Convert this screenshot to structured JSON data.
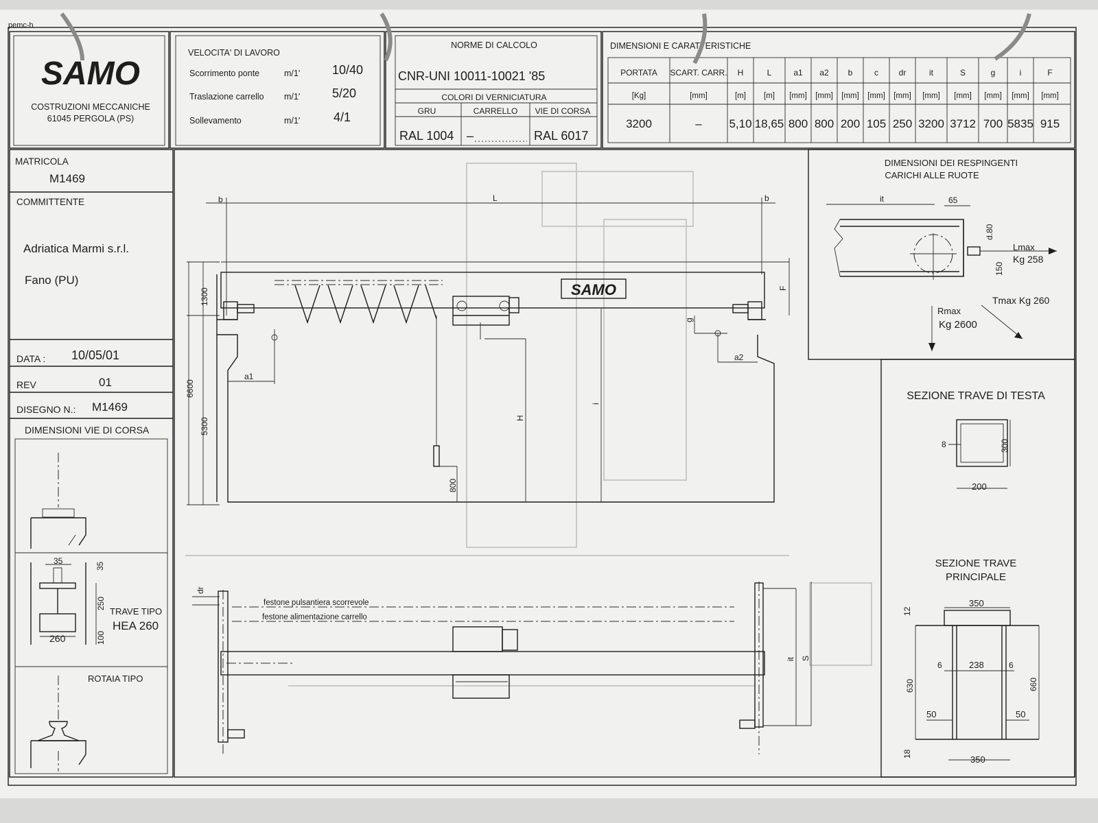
{
  "corner_code": "pemc-h",
  "company": {
    "logo": "SAMO",
    "line1": "COSTRUZIONI MECCANICHE",
    "line2": "61045  PERGOLA    (PS)"
  },
  "speeds": {
    "title": "VELOCITA' DI LAVORO",
    "rows": [
      {
        "label": "Scorrimento ponte",
        "unit": "m/1'",
        "value": "10/40"
      },
      {
        "label": "Traslazione carrello",
        "unit": "m/1'",
        "value": "5/20"
      },
      {
        "label": "Sollevamento",
        "unit": "m/1'",
        "value": "4/1"
      }
    ]
  },
  "norms": {
    "title": "NORME DI CALCOLO",
    "value": "CNR-UNI  10011-10021    '85",
    "colors_title": "COLORI DI VERNICIATURA",
    "col_gru": "GRU",
    "col_carrello": "CARRELLO",
    "col_vie": "VIE DI CORSA",
    "val_gru": "RAL  1004",
    "val_carrello": "–",
    "val_vie": "RAL  6017"
  },
  "dimensions_table": {
    "title": "DIMENSIONI E CARATTERISTICHE",
    "headers": [
      "PORTATA",
      "SCART. CARR.",
      "H",
      "L",
      "a1",
      "a2",
      "b",
      "c",
      "dr",
      "it",
      "S",
      "g",
      "i",
      "F"
    ],
    "units": [
      "[Kg]",
      "[mm]",
      "[m]",
      "[m]",
      "[mm]",
      "[mm]",
      "[mm]",
      "[mm]",
      "[mm]",
      "[mm]",
      "[mm]",
      "[mm]",
      "[mm]",
      "[mm]"
    ],
    "values": [
      "3200",
      "–",
      "5,10",
      "18,65",
      "800",
      "800",
      "200",
      "105",
      "250",
      "3200",
      "3712",
      "700",
      "5835",
      "915"
    ]
  },
  "left_panel": {
    "matricola_label": "MATRICOLA",
    "matricola_value": "M1469",
    "committente_label": "COMMITTENTE",
    "client_name": "Adriatica  Marmi  s.r.l.",
    "client_city": "Fano  (PU)",
    "data_label": "DATA :",
    "data_value": "10/05/01",
    "rev_label": "REV",
    "rev_value": "01",
    "disegno_label": "DISEGNO N.:",
    "disegno_value": "M1469",
    "vie_corsa_title": "DIMENSIONI VIE DI CORSA",
    "trave_label": "TRAVE TIPO",
    "trave_value": "HEA  260",
    "rotaia_label": "ROTAIA TIPO",
    "dim_35a": "35",
    "dim_35b": "35",
    "dim_250": "250",
    "dim_100": "100",
    "dim_260": "260"
  },
  "elevation": {
    "label_b_left": "b",
    "label_L": "L",
    "label_b_right": "b",
    "label_F": "F",
    "label_g": "g",
    "label_a1": "a1",
    "label_a2": "a2",
    "label_H": "H",
    "label_i": "i",
    "dim_1300": "1300",
    "dim_6600": "6600",
    "dim_5300": "5300",
    "dim_800": "800",
    "logo": "SAMO"
  },
  "plan": {
    "label_dr": "dr",
    "festone1": "festone pulsantiera scorrevole",
    "festone2": "festone alimentazione carrello",
    "label_it": "it",
    "label_S": "S"
  },
  "buffers": {
    "title1": "DIMENSIONI DEI RESPINGENTI",
    "title2": "CARICHI ALLE RUOTE",
    "label_it": "it",
    "dim_65": "65",
    "dim_d80": "d.80",
    "dim_150": "150",
    "lmax_label": "Lmax",
    "lmax_value": "Kg 258",
    "tmax_label": "Tmax  Kg 260",
    "rmax_label": "Rmax",
    "rmax_value": "Kg 2600"
  },
  "section_head": {
    "title": "SEZIONE  TRAVE  DI  TESTA",
    "dim_8": "8",
    "dim_300": "300",
    "dim_200": "200"
  },
  "section_main": {
    "title1": "SEZIONE  TRAVE",
    "title2": "PRINCIPALE",
    "dim_350_top": "350",
    "dim_12": "12",
    "dim_6a": "6",
    "dim_238": "238",
    "dim_6b": "6",
    "dim_630": "630",
    "dim_660": "660",
    "dim_50a": "50",
    "dim_50b": "50",
    "dim_18": "18",
    "dim_350_bottom": "350"
  }
}
